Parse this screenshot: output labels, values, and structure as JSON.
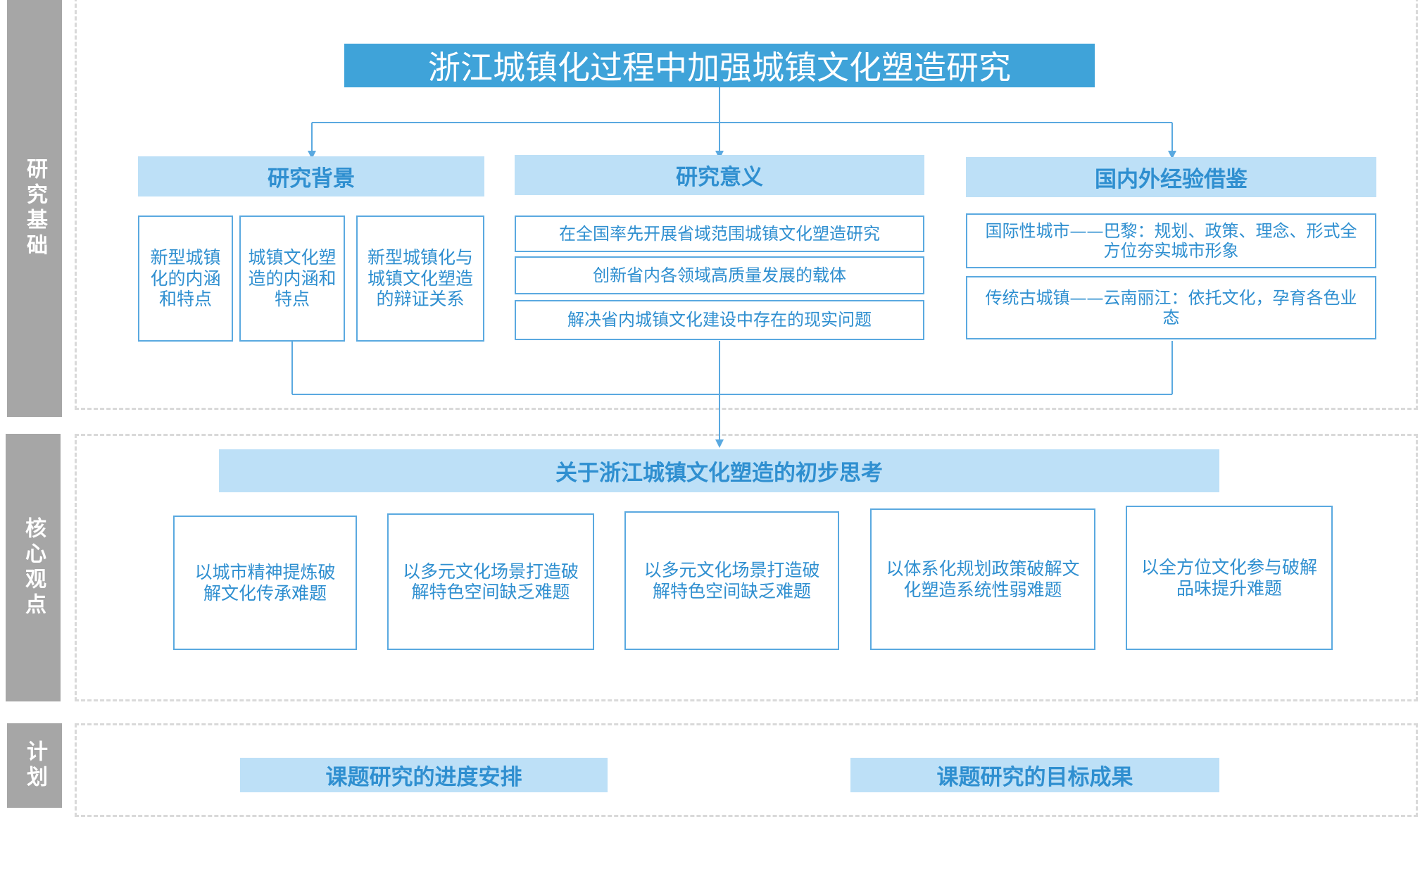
{
  "sections": {
    "foundation": "研究基础",
    "core": "核心观点",
    "plan": "计划"
  },
  "title": "浙江城镇化过程中加强城镇文化塑造研究",
  "background": {
    "heading": "研究背景",
    "items": [
      "新型城镇化的内涵和特点",
      "城镇文化塑造的内涵和特点",
      "新型城镇化与城镇文化塑造的辩证关系"
    ]
  },
  "significance": {
    "heading": "研究意义",
    "items": [
      "在全国率先开展省域范围城镇文化塑造研究",
      "创新省内各领域高质量发展的载体",
      "解决省内城镇文化建设中存在的现实问题"
    ]
  },
  "experience": {
    "heading": "国内外经验借鉴",
    "items": [
      "国际性城市——巴黎：规划、政策、理念、形式全方位夯实城市形象",
      "传统古城镇——云南丽江：依托文化，孕育各色业态"
    ]
  },
  "thinking": {
    "heading": "关于浙江城镇文化塑造的初步思考",
    "items": [
      "以城市精神提炼破解文化传承难题",
      "以多元文化场景打造破解特色空间缺乏难题",
      "以多元文化场景打造破解特色空间缺乏难题",
      "以体系化规划政策破解文化塑造系统性弱难题",
      "以全方位文化参与破解品味提升难题"
    ]
  },
  "plan": {
    "items": [
      "课题研究的进度安排",
      "课题研究的目标成果"
    ]
  },
  "colors": {
    "title_bg": "#3fa3d9",
    "heading_bg": "#bde0f7",
    "text_blue": "#2f8fd0",
    "border_blue": "#5aa9e0",
    "side_gray": "#a6a6a6",
    "dash_gray": "#d9d9d9"
  }
}
